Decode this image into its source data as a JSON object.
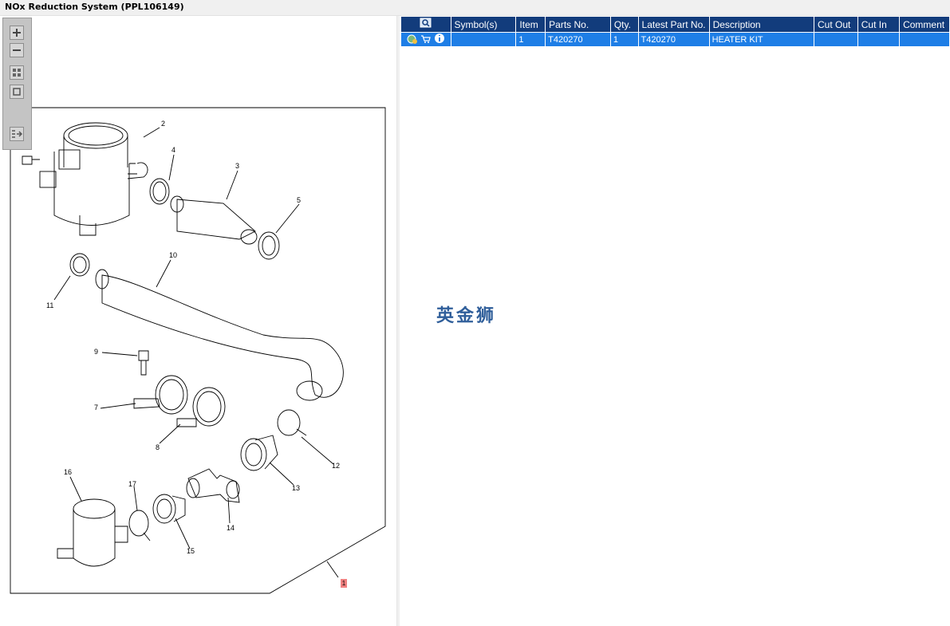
{
  "window": {
    "title": "NOx Reduction System (PPL106149)"
  },
  "toolbar": {
    "buttons": [
      {
        "name": "zoom-in",
        "icon": "plus-icon"
      },
      {
        "name": "zoom-out",
        "icon": "minus-icon"
      },
      {
        "name": "fit-all",
        "icon": "grid-icon"
      },
      {
        "name": "fit-window",
        "icon": "square-icon"
      },
      {
        "name": "toggle-panel",
        "icon": "list-arrow-icon"
      }
    ]
  },
  "diagram": {
    "callouts": [
      "1",
      "2",
      "3",
      "4",
      "5",
      "7",
      "8",
      "9",
      "10",
      "11",
      "12",
      "13",
      "14",
      "15",
      "16",
      "17"
    ],
    "highlighted_callout": "1"
  },
  "parts_table": {
    "columns": [
      "Symbol(s)",
      "Item",
      "Parts No.",
      "Qty.",
      "Latest Part No.",
      "Description",
      "Cut Out",
      "Cut In",
      "Comment"
    ],
    "rows": [
      {
        "item": "1",
        "part_no": "T420270",
        "qty": "1",
        "latest_part_no": "T420270",
        "description": "HEATER KIT",
        "cut_out": "",
        "cut_in": "",
        "comment": "",
        "icons": [
          "globe-icon",
          "cart-icon",
          "info-icon"
        ]
      }
    ],
    "header_icon": "find-icon"
  },
  "watermark": "英金狮",
  "colors": {
    "header": "#123c7c",
    "row_selected": "#1e7ee6",
    "callout_highlight": "#f08080"
  }
}
